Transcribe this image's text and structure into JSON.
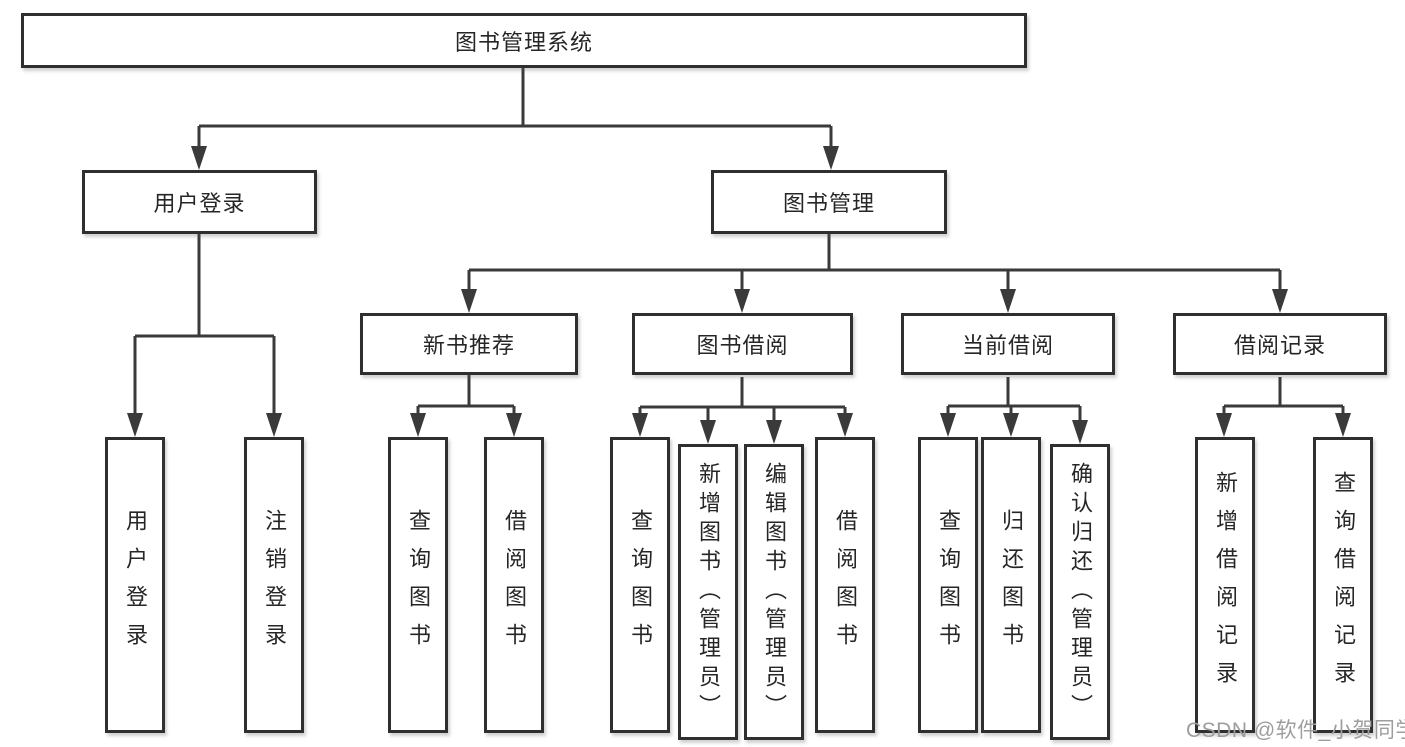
{
  "diagram": {
    "root": {
      "label": "图书管理系统"
    },
    "level2": [
      {
        "label": "用户登录"
      },
      {
        "label": "图书管理"
      }
    ],
    "level3": [
      {
        "label": "新书推荐"
      },
      {
        "label": "图书借阅"
      },
      {
        "label": "当前借阅"
      },
      {
        "label": "借阅记录"
      }
    ],
    "leaves": [
      {
        "label": "用户登录"
      },
      {
        "label": "注销登录"
      },
      {
        "label": "查询图书"
      },
      {
        "label": "借阅图书"
      },
      {
        "label": "查询图书"
      },
      {
        "label": "新增图书（管理员）"
      },
      {
        "label": "编辑图书（管理员）"
      },
      {
        "label": "借阅图书"
      },
      {
        "label": "查询图书"
      },
      {
        "label": "归还图书"
      },
      {
        "label": "确认归还（管理员）"
      },
      {
        "label": "新增借阅记录"
      },
      {
        "label": "查询借阅记录"
      }
    ],
    "watermark": "CSDN @软件_小贺同学",
    "colors": {
      "border": "#2f2f2f",
      "line": "#3a3a3a",
      "background": "#ffffff",
      "text": "#262626",
      "watermark": "#9e9e9e"
    }
  }
}
